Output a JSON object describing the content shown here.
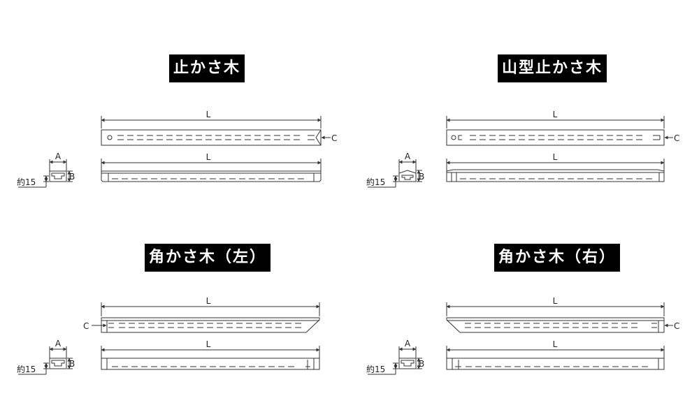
{
  "panels": [
    {
      "title": "止かさ木"
    },
    {
      "title": "山型止かさ木"
    },
    {
      "title": "角かさ木（左）"
    },
    {
      "title": "角かさ木（右）"
    }
  ],
  "labels": {
    "length": "L",
    "hole": "C",
    "width": "A",
    "height": "B",
    "approx": "約15"
  },
  "colors": {
    "line": "#333333",
    "title_bg": "#000000",
    "title_fg": "#ffffff"
  }
}
